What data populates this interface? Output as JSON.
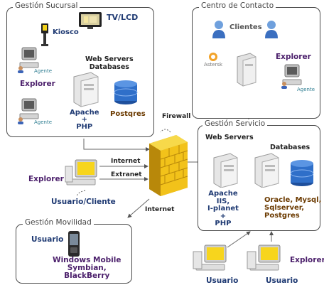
{
  "groups": {
    "sucursal": "Gestión Sucursal",
    "contacto": "Centro de Contacto",
    "servicio": "Gestión Servicio",
    "movilidad": "Gestión Movilidad"
  },
  "sucursal": {
    "tv": "TV/LCD",
    "kiosco": "Kiosco",
    "web_servers": "Web Servers",
    "databases": "Databases",
    "agente_top": "Agente",
    "explorer": "Explorer",
    "agente_bottom": "Agente",
    "apache": "Apache",
    "plus": "+",
    "php": "PHP",
    "postgres": "Postqres"
  },
  "contacto": {
    "clientes": "Clientes",
    "astersk": "Astersk",
    "explorer": "Explorer",
    "agente": "Agente"
  },
  "middle": {
    "firewall": "Firewall",
    "internet_top": "Internet",
    "extranet": "Extranet",
    "internet_bottom": "Internet",
    "explorer": "Explorer",
    "usuario_cliente": "Usuario/Cliente"
  },
  "servicio": {
    "web_servers": "Web Servers",
    "databases": "Databases",
    "apache": "Apache",
    "iis": "IIS,",
    "iplanet": "I-planet",
    "plus": "+",
    "php": "PHP",
    "db_line1": "Oracle, Mysql,",
    "db_line2": "Sqlserver,",
    "db_line3": "Postgres"
  },
  "movilidad": {
    "usuario": "Usuario",
    "os1": "Windows Mobile",
    "os2": "Symbian,",
    "os3": "BlackBerry"
  },
  "bottom": {
    "usuario1": "Usuario",
    "usuario2": "Usuario",
    "explorer": "Explorer"
  },
  "colors": {
    "box_border": "#4a4a4a",
    "navy": "#1f3a73",
    "purple": "#4b1f6b",
    "brown": "#6b3a00",
    "firewall": "#f2c21a",
    "db_blue": "#2f6fc9",
    "screen_yellow": "#f7d51d"
  }
}
